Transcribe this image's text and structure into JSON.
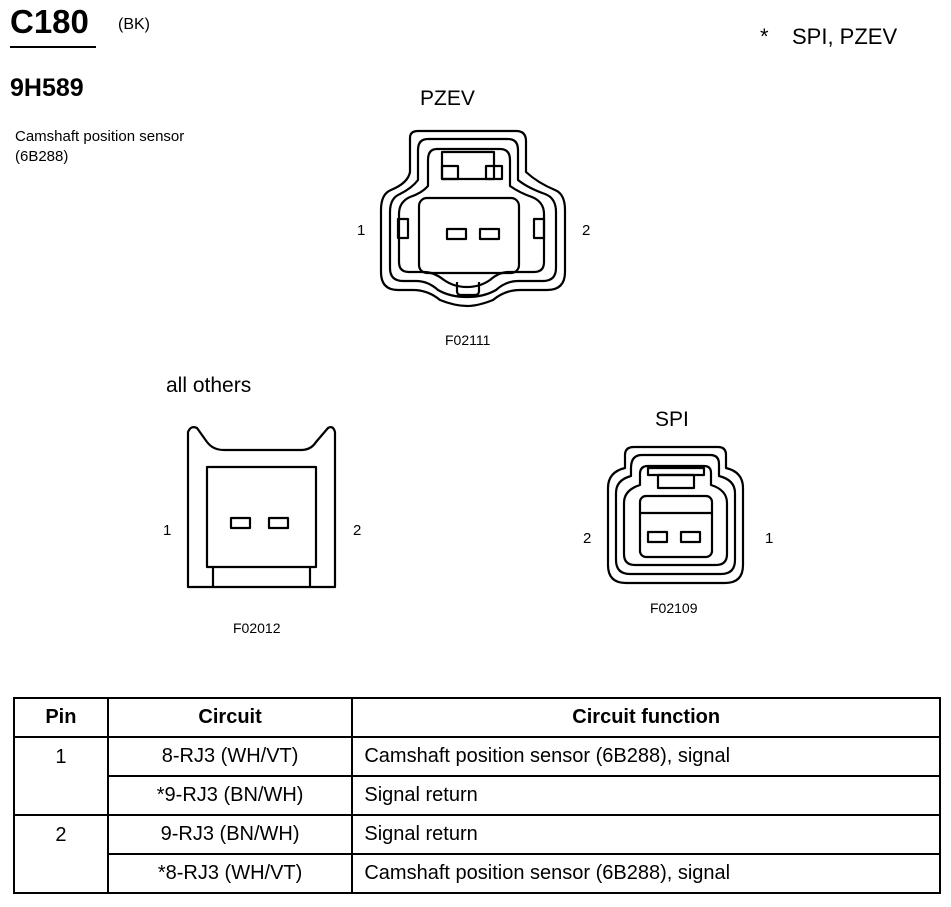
{
  "header": {
    "connector_id": "C180",
    "connector_color": "(BK)",
    "part_number": "9H589",
    "description": "Camshaft position sensor (6B288)"
  },
  "legend": {
    "mark": "*",
    "text": "SPI, PZEV"
  },
  "connectors": {
    "pzev": {
      "label": "PZEV",
      "figure": "F02111",
      "pin_left": "1",
      "pin_right": "2"
    },
    "others": {
      "label": "all others",
      "figure": "F02012",
      "pin_left": "1",
      "pin_right": "2"
    },
    "spi": {
      "label": "SPI",
      "figure": "F02109",
      "pin_left": "2",
      "pin_right": "1"
    }
  },
  "table": {
    "headers": {
      "pin": "Pin",
      "circuit": "Circuit",
      "function": "Circuit function"
    },
    "rows": [
      {
        "pin": "1",
        "circuit": "8-RJ3 (WH/VT)",
        "function": "Camshaft position sensor (6B288), signal"
      },
      {
        "pin": "",
        "circuit": "*9-RJ3 (BN/WH)",
        "function": "Signal return"
      },
      {
        "pin": "2",
        "circuit": "9-RJ3 (BN/WH)",
        "function": "Signal return"
      },
      {
        "pin": "",
        "circuit": "*8-RJ3 (WH/VT)",
        "function": "Camshaft position sensor (6B288), signal"
      }
    ]
  }
}
